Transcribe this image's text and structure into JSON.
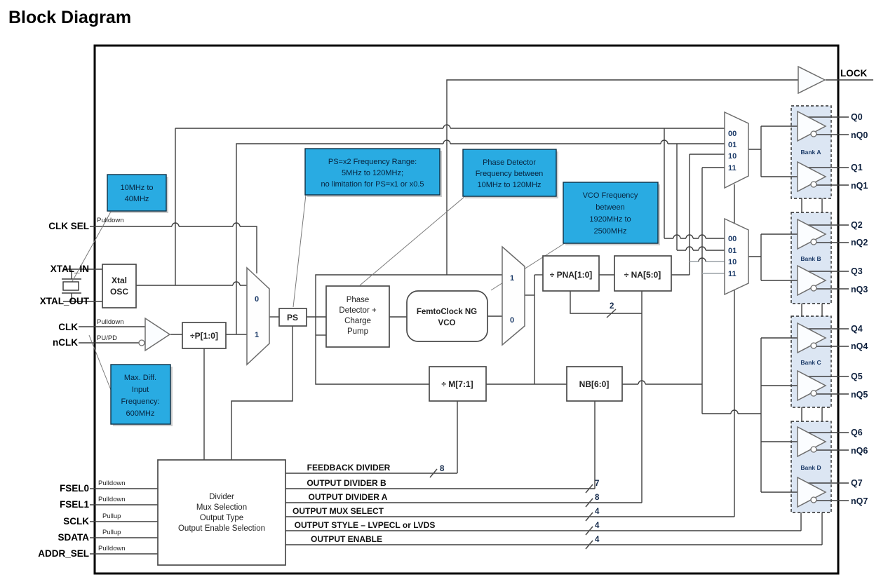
{
  "title": "Block Diagram",
  "pins": {
    "left": [
      {
        "label": "CLK SEL",
        "hint": "Pulldown"
      },
      {
        "label": "XTAL_IN",
        "hint": ""
      },
      {
        "label": "XTAL_OUT",
        "hint": ""
      },
      {
        "label": "CLK",
        "hint": "Pulldown"
      },
      {
        "label": "nCLK",
        "hint": "PU/PD"
      },
      {
        "label": "FSEL0",
        "hint": "Pulldown"
      },
      {
        "label": "FSEL1",
        "hint": "Pulldown"
      },
      {
        "label": "SCLK",
        "hint": "Pullup"
      },
      {
        "label": "SDATA",
        "hint": "Pullup"
      },
      {
        "label": "ADDR_SEL",
        "hint": "Pulldown"
      }
    ],
    "lock": "LOCK",
    "outputs": [
      "Q0",
      "nQ0",
      "Q1",
      "nQ1",
      "Q2",
      "nQ2",
      "Q3",
      "nQ3",
      "Q4",
      "nQ4",
      "Q5",
      "nQ5",
      "Q6",
      "nQ6",
      "Q7",
      "nQ7"
    ]
  },
  "blocks": {
    "xtal_osc": [
      "Xtal",
      "OSC"
    ],
    "p_divider": "÷P[1:0]",
    "prescaler": "PS",
    "phase_detector": [
      "Phase",
      "Detector +",
      "Charge",
      "Pump"
    ],
    "vco": [
      "FemtoClock NG",
      "VCO"
    ],
    "pna_divider": "÷ PNA[1:0]",
    "na_divider": "÷ NA[5:0]",
    "m_divider": "÷ M[7:1]",
    "nb_divider": "NB[6:0]",
    "control": [
      "Divider",
      "Mux Selection",
      "Output Type",
      "Output Enable Selection"
    ]
  },
  "muxes": {
    "input": [
      "0",
      "1"
    ],
    "vco_bypass": [
      "1",
      "0"
    ],
    "bank_ab": [
      "00",
      "01",
      "10",
      "11"
    ],
    "bank_cd": [
      "00",
      "01",
      "10",
      "11"
    ]
  },
  "banks": [
    "Bank A",
    "Bank B",
    "Bank C",
    "Bank D"
  ],
  "callouts": {
    "xtal": [
      "10MHz to",
      "40MHz"
    ],
    "max_diff": [
      "Max. Diff.",
      "Input",
      "Frequency:",
      "600MHz"
    ],
    "ps": [
      "PS=x2 Frequency Range:",
      "5MHz to 120MHz;",
      "no limitation for PS=x1 or x0.5"
    ],
    "pd": [
      "Phase Detector",
      "Frequency between",
      "10MHz to 120MHz"
    ],
    "vco": [
      "VCO Frequency",
      "between",
      "1920MHz to",
      "2500MHz"
    ]
  },
  "buses": [
    {
      "label": "FEEDBACK DIVIDER",
      "width": "8"
    },
    {
      "label": "OUTPUT DIVIDER B",
      "width": "7"
    },
    {
      "label": "OUTPUT DIVIDER A",
      "width": "8"
    },
    {
      "label": "OUTPUT MUX SELECT",
      "width": "4"
    },
    {
      "label": "OUTPUT STYLE – LVPECL or LVDS",
      "width": "4"
    },
    {
      "label": "OUTPUT ENABLE",
      "width": "4"
    }
  ],
  "pna_bus_width": "2",
  "colors": {
    "callout": "#29abe2"
  }
}
